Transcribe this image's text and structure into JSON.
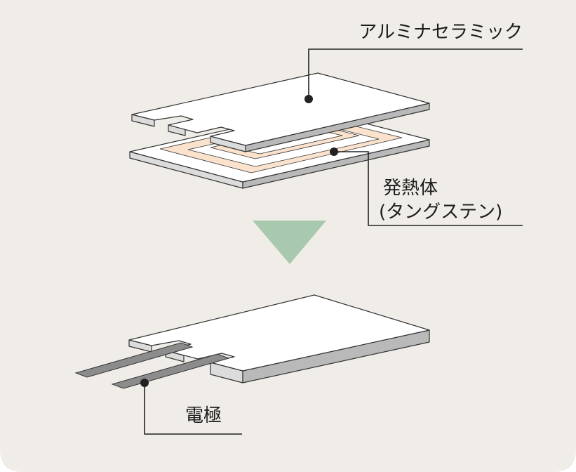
{
  "labels": {
    "ceramic": "アルミナセラミック",
    "heater_line1": "発熱体",
    "heater_line2": "(タングステン)",
    "electrode": "電極"
  },
  "colors": {
    "background": "#f0ede8",
    "plate_face": "#ffffff",
    "plate_front": "#dcdcdc",
    "plate_side": "#b9b9b9",
    "outline": "#333333",
    "heater_fill": "#fbe2cc",
    "electrode_strip": "#8c8c8c",
    "arrow": "#a9c9ae",
    "leader": "#222222"
  },
  "icons": {
    "arrow": "down-triangle-icon",
    "marker": "dot-marker-icon"
  }
}
